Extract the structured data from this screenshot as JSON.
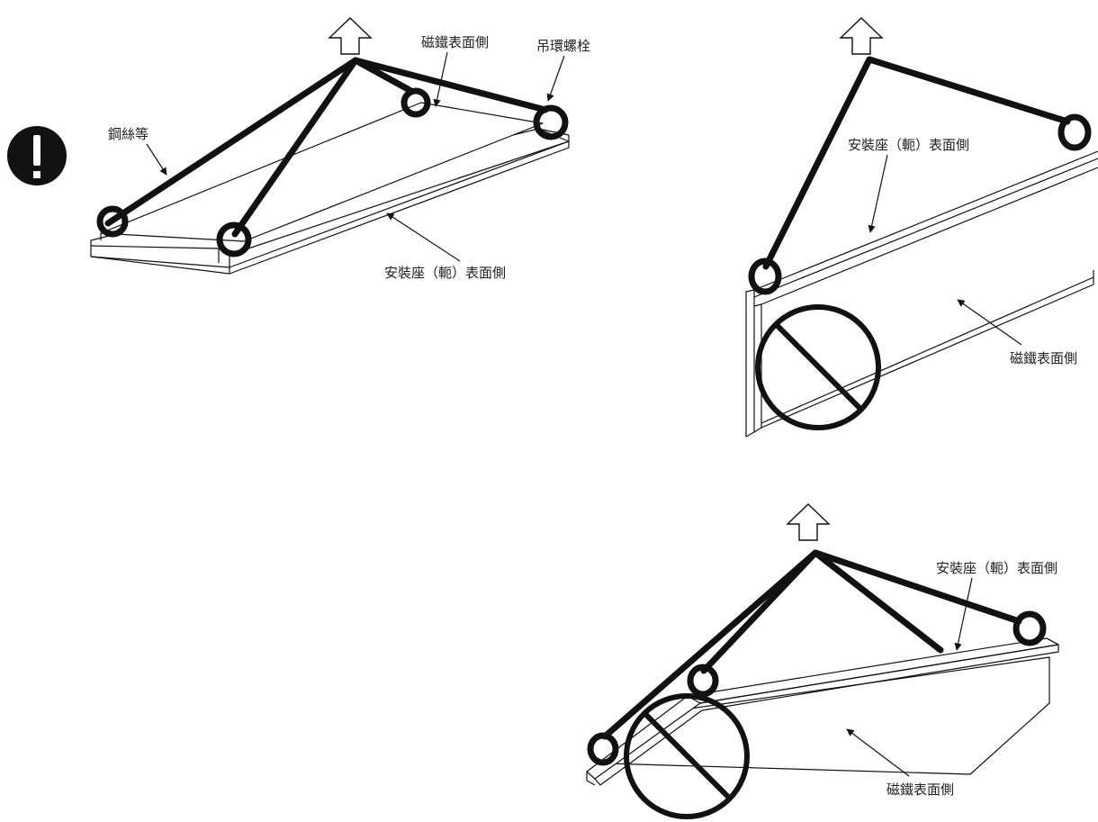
{
  "labels": {
    "magnet_side": "磁鐵表面側",
    "eyebolt": "吊環螺栓",
    "wire_rope": "鋼絲等",
    "mount_side": "安裝座（軛）表面側"
  },
  "icons": {
    "caution": "exclamation-icon",
    "prohibited": "prohibition-icon",
    "lift": "lift-direction-arrow-icon"
  },
  "colors": {
    "line": "#111111",
    "background": "#ffffff"
  }
}
